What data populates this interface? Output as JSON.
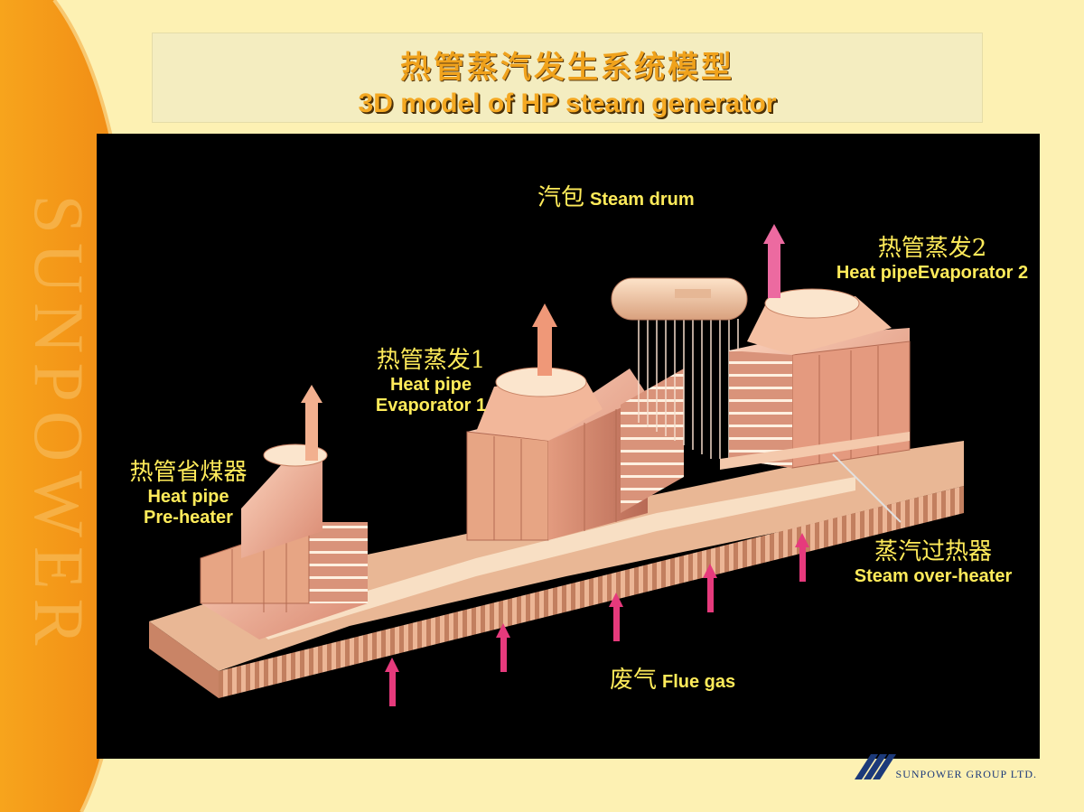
{
  "slide": {
    "title_cn": "热管蒸汽发生系统模型",
    "title_en": "3D model of HP steam generator",
    "side_watermark": "SUNPOWER",
    "logo_text": "SUNPOWER GROUP LTD."
  },
  "labels": {
    "steam_drum": {
      "cn": "汽包",
      "en": "Steam drum"
    },
    "evaporator2": {
      "cn": "热管蒸发2",
      "en": "Heat pipeEvaporator 2"
    },
    "evaporator1": {
      "cn": "热管蒸发1",
      "en1": "Heat pipe",
      "en2": "Evaporator 1"
    },
    "preheater": {
      "cn": "热管省煤器",
      "en1": "Heat pipe",
      "en2": "Pre-heater"
    },
    "superheater": {
      "cn": "蒸汽过热器",
      "en": "Steam over-heater"
    },
    "flue_gas": {
      "cn": "废气",
      "en": "Flue gas"
    }
  },
  "colors": {
    "background": "#fdf1b3",
    "side_band": "#f29a1a",
    "label": "#ffeb5a",
    "title": "#f0a21c",
    "metal": "#e7a584",
    "arrow_hot": "#e63a7c",
    "arrow_steam": "#f2a08a"
  }
}
